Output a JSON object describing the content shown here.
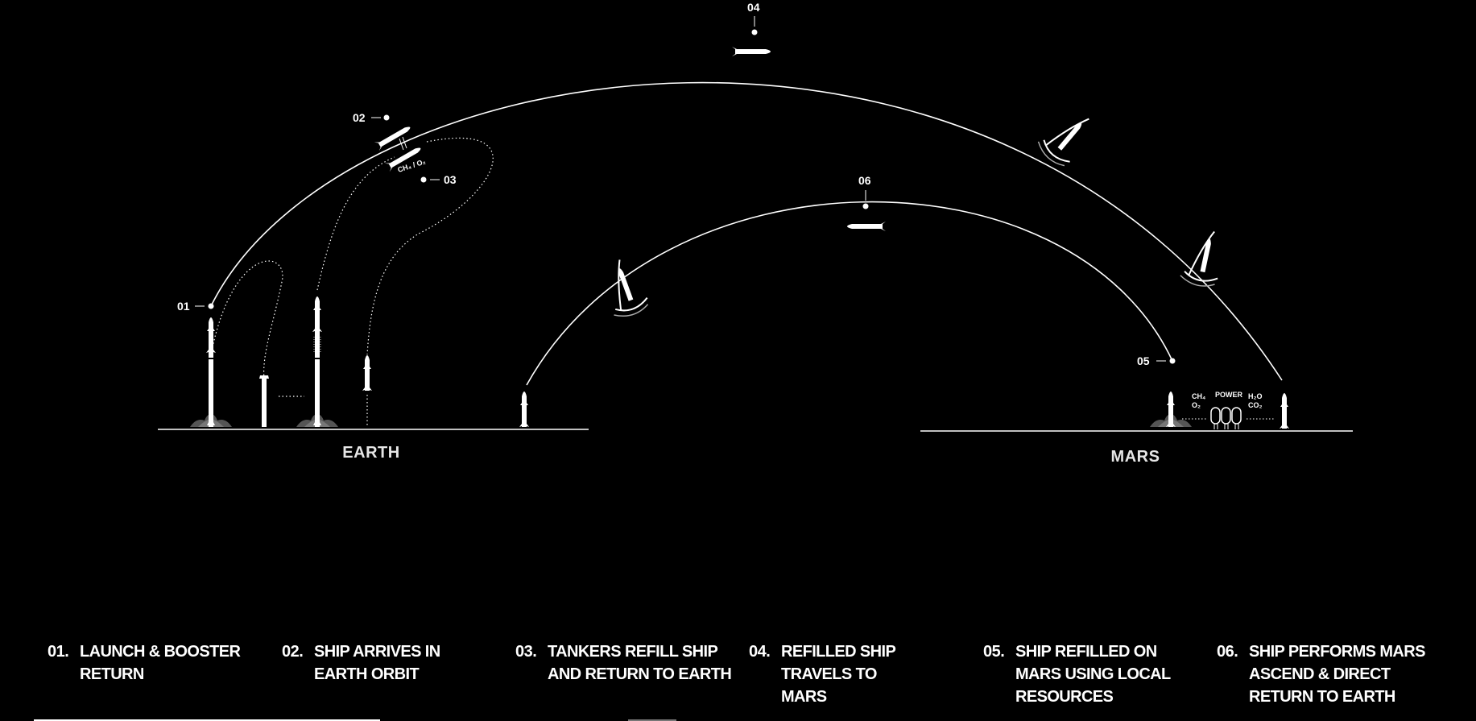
{
  "planets": {
    "earth": "EARTH",
    "mars": "MARS"
  },
  "markers": {
    "m01": "01",
    "m02": "02",
    "m03": "03",
    "m04": "04",
    "m05": "05",
    "m06": "06"
  },
  "propellant_label": "CH₄ / O₂",
  "mars_plant": {
    "ch4": "CH₄",
    "o2": "O₂",
    "power": "POWER",
    "h2o": "H₂O",
    "co2": "CO₂"
  },
  "steps": [
    {
      "num": "01.",
      "text": "LAUNCH & BOOSTER RETURN"
    },
    {
      "num": "02.",
      "text": "SHIP ARRIVES IN EARTH ORBIT"
    },
    {
      "num": "03.",
      "text": "TANKERS REFILL SHIP AND RETURN TO EARTH"
    },
    {
      "num": "04.",
      "text": "REFILLED SHIP TRAVELS TO MARS"
    },
    {
      "num": "05.",
      "text": "SHIP REFILLED ON MARS USING LOCAL RESOURCES"
    },
    {
      "num": "06.",
      "text": "SHIP PERFORMS MARS ASCEND & DIRECT RETURN TO EARTH"
    }
  ]
}
